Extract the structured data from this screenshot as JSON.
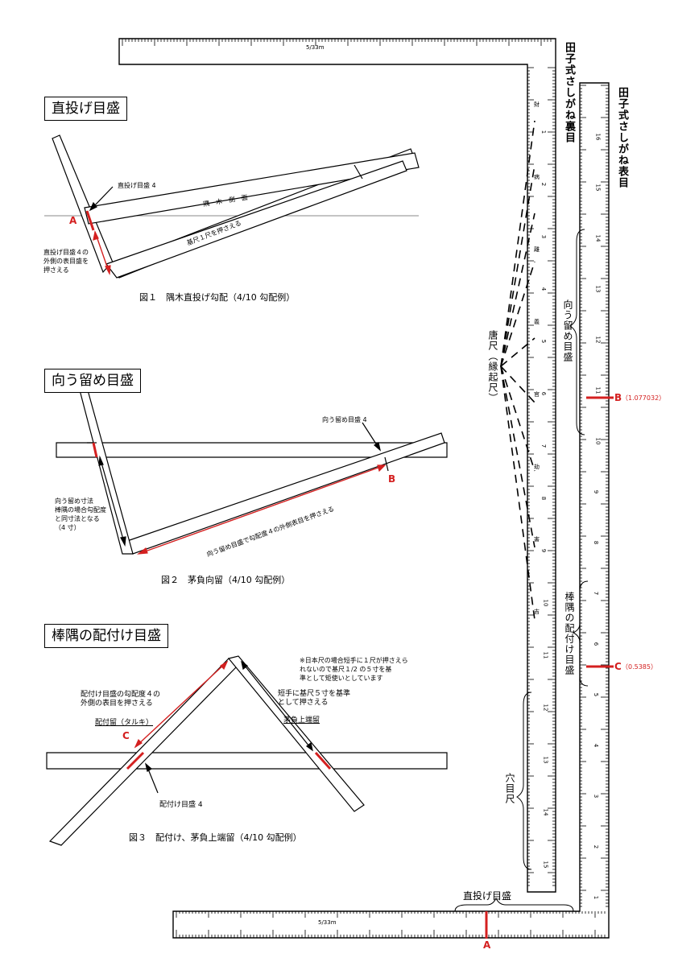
{
  "colors": {
    "ink": "#000000",
    "accent": "#d42020",
    "line": "#888888"
  },
  "section1": {
    "heading": "直投げ目盛",
    "caption": "図１　隅木直投げ勾配（4/10 勾配例）",
    "label_scale4": "直投げ目盛 4",
    "label_side": "隅　木　側　面",
    "label_press": "基尺１尺を押さえる",
    "note_outer": "直投げ目盛４の\n外側の表目盛を\n押さえる",
    "marker": "A"
  },
  "section2": {
    "heading": "向う留め目盛",
    "caption": "図２　茅負向留（4/10 勾配例）",
    "label_scale4": "向う留め目盛 4",
    "label_press": "向う留め目盛で勾配度４の外側表目を押さえる",
    "note_left": "向う留め寸法\n棒隅の場合勾配度\nと同寸法となる\n（4 寸）",
    "marker": "B"
  },
  "section3": {
    "heading": "棒隅の配付け目盛",
    "caption": "図３　配付け、茅負上端留（4/10 勾配例）",
    "note_jp": "※日本尺の場合短手に１尺が押さえら\nれないので基尺１/2 の５寸を基\n準として矩使いとしています",
    "label_press": "配付け目盛の勾配度４の\n外側の表目を押さえる",
    "label_kubari": "配付留（タルキ）",
    "label_short": "短手に基尺５寸を基準\nとして押さえる",
    "label_kayaoi": "茅負上端留",
    "label_scale4": "配付け目盛 4",
    "marker": "C"
  },
  "square": {
    "back_title": "田子式さしがね裏目",
    "front_title": "田子式さしがね表目",
    "karajaku": "唐尺（縁起尺）",
    "mukou": "向う留め目盛",
    "bosumi": "棒隅の配付け目盛",
    "anamejaku": "穴目尺",
    "direct": "直投げ目盛",
    "marker_a": "A",
    "marker_b": "B",
    "value_b": "（1.077032）",
    "marker_c": "C",
    "value_c": "（0.5385）",
    "scale_label_top": "5/33m",
    "scale_label_bottom": "5/33m",
    "tick_num_front": [
      "16",
      "15",
      "14",
      "13",
      "12",
      "11",
      "10",
      "9",
      "8",
      "7",
      "6",
      "5",
      "4",
      "3",
      "2",
      "1"
    ],
    "tick_num_back": [
      "1",
      "2",
      "3",
      "4",
      "5",
      "6",
      "7",
      "8",
      "9",
      "10",
      "11",
      "12",
      "13",
      "14",
      "15"
    ],
    "kara_chars": [
      "財",
      "病",
      "離",
      "義",
      "官",
      "劫",
      "害",
      "吉"
    ]
  }
}
